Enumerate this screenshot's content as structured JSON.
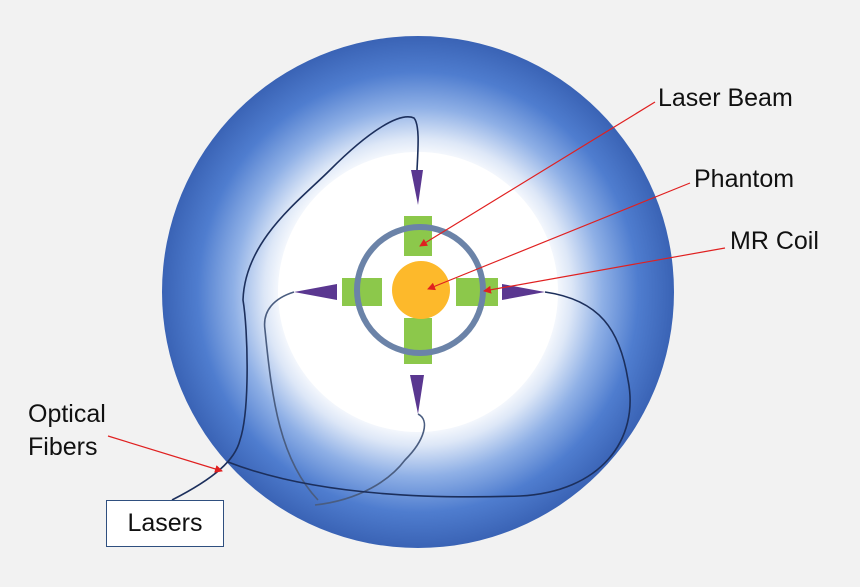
{
  "labels": {
    "laser_beam": "Laser Beam",
    "phantom": "Phantom",
    "mr_coil": "MR Coil",
    "optical_fibers_line1": "Optical",
    "optical_fibers_line2": "Fibers",
    "lasers": "Lasers"
  },
  "colors": {
    "background": "#f2f2f2",
    "bore_outer": "#3f6bbf",
    "bore_inner": "#ffffff",
    "applicator": "#8cc84b",
    "phantom": "#fdb92b",
    "coil": "#6b83a8",
    "fiber_tip": "#5a3790",
    "fiber_line": "#1c2f5c",
    "pointer": "#e02020"
  }
}
